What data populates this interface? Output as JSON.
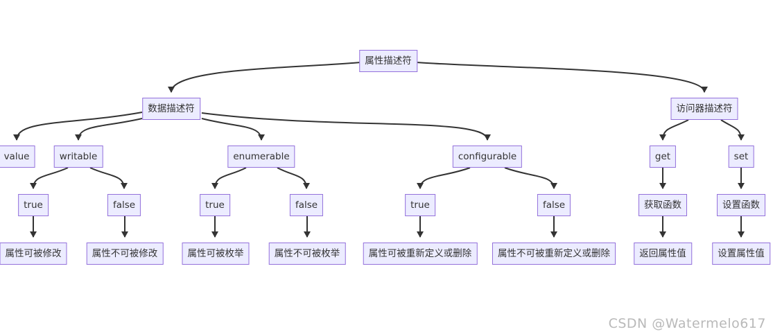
{
  "diagram": {
    "type": "flowchart-tree",
    "node_fill": "#ECECFF",
    "node_border": "#9370DB",
    "edge_color": "#333333",
    "text_color": "#333333"
  },
  "nodes": [
    {
      "id": "root",
      "label": "属性描述符"
    },
    {
      "id": "data-descriptor",
      "label": "数据描述符"
    },
    {
      "id": "accessor-descriptor",
      "label": "访问器描述符"
    },
    {
      "id": "value",
      "label": "value"
    },
    {
      "id": "writable",
      "label": "writable"
    },
    {
      "id": "enumerable",
      "label": "enumerable"
    },
    {
      "id": "configurable",
      "label": "configurable"
    },
    {
      "id": "get",
      "label": "get"
    },
    {
      "id": "set",
      "label": "set"
    },
    {
      "id": "writable-true",
      "label": "true"
    },
    {
      "id": "writable-false",
      "label": "false"
    },
    {
      "id": "enumerable-true",
      "label": "true"
    },
    {
      "id": "enumerable-false",
      "label": "false"
    },
    {
      "id": "configurable-true",
      "label": "true"
    },
    {
      "id": "configurable-false",
      "label": "false"
    },
    {
      "id": "get-fn",
      "label": "获取函数"
    },
    {
      "id": "set-fn",
      "label": "设置函数"
    },
    {
      "id": "writable-true-result",
      "label": "属性可被修改"
    },
    {
      "id": "writable-false-result",
      "label": "属性不可被修改"
    },
    {
      "id": "enumerable-true-result",
      "label": "属性可被枚举"
    },
    {
      "id": "enumerable-false-result",
      "label": "属性不可被枚举"
    },
    {
      "id": "configurable-true-result",
      "label": "属性可被重新定义或删除"
    },
    {
      "id": "configurable-false-result",
      "label": "属性不可被重新定义或删除"
    },
    {
      "id": "get-result",
      "label": "返回属性值"
    },
    {
      "id": "set-result",
      "label": "设置属性值"
    }
  ],
  "edges": [
    {
      "from": "root",
      "to": "data-descriptor"
    },
    {
      "from": "root",
      "to": "accessor-descriptor"
    },
    {
      "from": "data-descriptor",
      "to": "value"
    },
    {
      "from": "data-descriptor",
      "to": "writable"
    },
    {
      "from": "data-descriptor",
      "to": "enumerable"
    },
    {
      "from": "data-descriptor",
      "to": "configurable"
    },
    {
      "from": "writable",
      "to": "writable-true"
    },
    {
      "from": "writable",
      "to": "writable-false"
    },
    {
      "from": "enumerable",
      "to": "enumerable-true"
    },
    {
      "from": "enumerable",
      "to": "enumerable-false"
    },
    {
      "from": "configurable",
      "to": "configurable-true"
    },
    {
      "from": "configurable",
      "to": "configurable-false"
    },
    {
      "from": "accessor-descriptor",
      "to": "get"
    },
    {
      "from": "accessor-descriptor",
      "to": "set"
    },
    {
      "from": "get",
      "to": "get-fn"
    },
    {
      "from": "set",
      "to": "set-fn"
    },
    {
      "from": "writable-true",
      "to": "writable-true-result"
    },
    {
      "from": "writable-false",
      "to": "writable-false-result"
    },
    {
      "from": "enumerable-true",
      "to": "enumerable-true-result"
    },
    {
      "from": "enumerable-false",
      "to": "enumerable-false-result"
    },
    {
      "from": "configurable-true",
      "to": "configurable-true-result"
    },
    {
      "from": "configurable-false",
      "to": "configurable-false-result"
    },
    {
      "from": "get-fn",
      "to": "get-result"
    },
    {
      "from": "set-fn",
      "to": "set-result"
    }
  ],
  "watermark": {
    "text": "CSDN @Watermelo617"
  }
}
